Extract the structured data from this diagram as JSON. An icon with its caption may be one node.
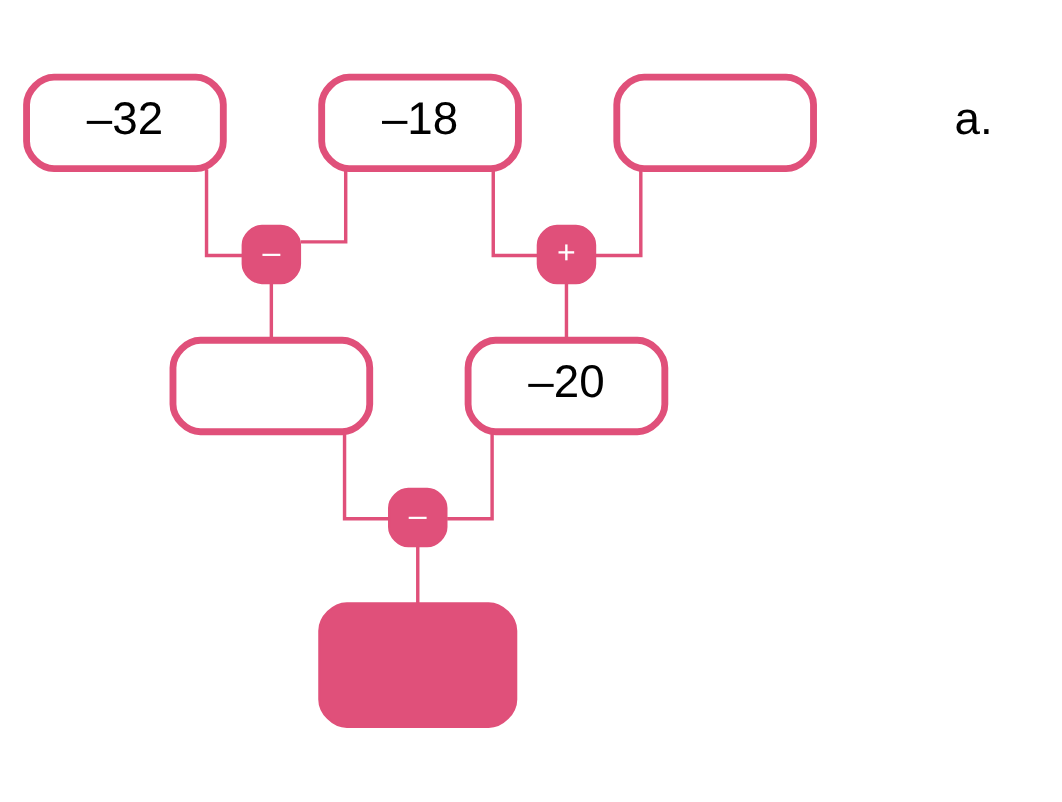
{
  "diagram": {
    "nodes": [
      {
        "text": [
          "–32"
        ]
      },
      {
        "text": [
          "–18"
        ]
      },
      {
        "text": [],
        "shape": "box"
      },
      {
        "text": [
          "–"
        ]
      },
      {
        "text": [
          "+"
        ]
      },
      {
        "text": [],
        "shape": "box"
      },
      {
        "text": [
          "–20"
        ]
      },
      {
        "text": [
          "–"
        ]
      },
      {
        "text": [],
        "shape": "box"
      }
    ],
    "edges": [
      {
        "from": 0,
        "to": 3,
        "arrow": "none"
      },
      {
        "from": 1,
        "to": 3,
        "arrow": "none"
      },
      {
        "from": 1,
        "to": 4,
        "arrow": "none"
      },
      {
        "from": 2,
        "to": 4,
        "arrow": "none"
      },
      {
        "from": 3,
        "to": 5,
        "arrow": "none"
      },
      {
        "from": 4,
        "to": 6,
        "arrow": "none"
      },
      {
        "from": 5,
        "to": 7,
        "arrow": "none"
      },
      {
        "from": 6,
        "to": 7,
        "arrow": "none"
      },
      {
        "from": 7,
        "to": 8,
        "arrow": "none"
      }
    ],
    "labels": [
      "a."
    ]
  }
}
